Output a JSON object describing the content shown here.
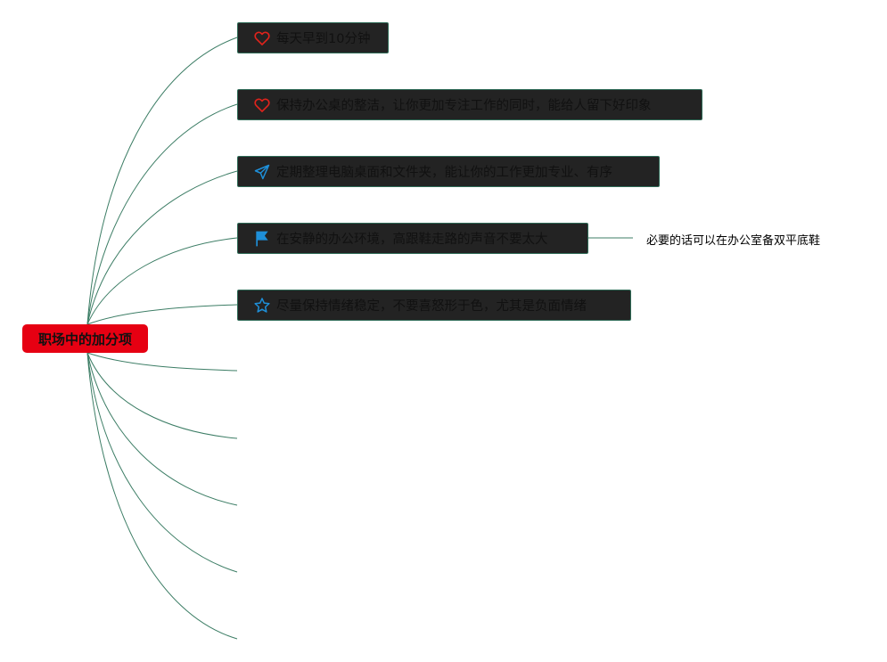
{
  "root": {
    "label": "职场中的加分项",
    "color": "#e60012"
  },
  "topics": [
    {
      "label": "每天早到10分钟",
      "icon": "heart-icon",
      "icon_color": "#e0231c"
    },
    {
      "label": "保持办公桌的整洁，让你更加专注工作的同时，能给人留下好印象",
      "icon": "heart-icon",
      "icon_color": "#e0231c"
    },
    {
      "label": "定期整理电脑桌面和文件夹，能让你的工作更加专业、有序",
      "icon": "paper-plane-icon",
      "icon_color": "#1e8fd8"
    },
    {
      "label": "在安静的办公环境，高跟鞋走路的声音不要太大",
      "icon": "flag-icon",
      "icon_color": "#1e8fd8"
    },
    {
      "label": "尽量保持情绪稳定，不要喜怒形于色，尤其是负面情绪",
      "icon": "star-icon",
      "icon_color": "#1e8fd8"
    }
  ],
  "empty_branch_count": 5,
  "subtopic": {
    "label": "必要的话可以在办公室备双平底鞋"
  },
  "colors": {
    "branch_line": "#3c7d65",
    "topic_fill": "#232323",
    "topic_border": "#2f6b57"
  }
}
